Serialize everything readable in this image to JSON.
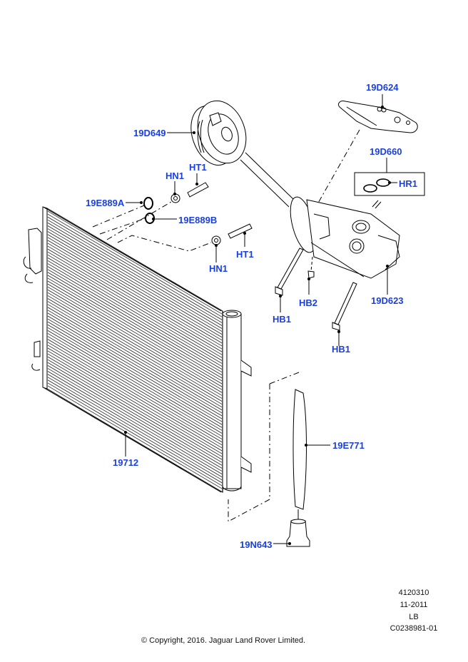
{
  "diagram": {
    "title": "Air conditioning condenser and compressor exploded parts diagram",
    "label_color": "#1a3fe0",
    "line_color": "#000000",
    "callouts": {
      "part_19D624": "19D624",
      "part_19D649": "19D649",
      "part_19D660": "19D660",
      "part_HR1": "HR1",
      "part_HN1_upper": "HN1",
      "part_HT1_upper": "HT1",
      "part_19E889A": "19E889A",
      "part_19E889B": "19E889B",
      "part_HT1_lower": "HT1",
      "part_HN1_lower": "HN1",
      "part_HB2": "HB2",
      "part_HB1_left": "HB1",
      "part_19D623": "19D623",
      "part_HB1_right": "HB1",
      "part_19712": "19712",
      "part_19E771": "19E771",
      "part_19N643": "19N643"
    }
  },
  "footer": {
    "ref_number": "4120310",
    "date": "11-2011",
    "code": "LB",
    "illustration_id": "C0238981-01",
    "copyright": "© Copyright, 2016. Jaguar Land Rover Limited."
  }
}
